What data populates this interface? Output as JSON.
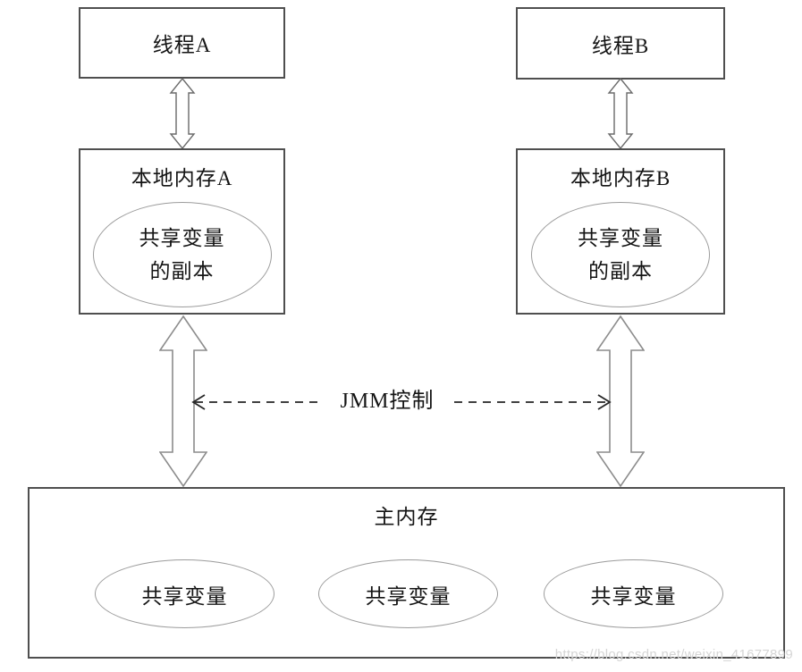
{
  "diagram": {
    "thread_a_label": "线程A",
    "thread_b_label": "线程B",
    "local_memory_a": {
      "title": "本地内存A",
      "copy_line1": "共享变量",
      "copy_line2": "的副本"
    },
    "local_memory_b": {
      "title": "本地内存B",
      "copy_line1": "共享变量",
      "copy_line2": "的副本"
    },
    "jmm_control_label": "JMM控制",
    "main_memory": {
      "title": "主内存",
      "shared_vars": [
        "共享变量",
        "共享变量",
        "共享变量"
      ]
    },
    "watermark": "https://blog.csdn.net/weixin_41677899",
    "colors": {
      "box_border": "#4f4f4f",
      "big_arrow_outline": "#8c8c8c",
      "small_arrow_outline": "#6a6a6a",
      "ellipse_border": "#9c9c9c",
      "text": "#141414",
      "dashed_line": "#262626",
      "watermark_text": "#d5d5d5",
      "background": "#ffffff"
    }
  }
}
